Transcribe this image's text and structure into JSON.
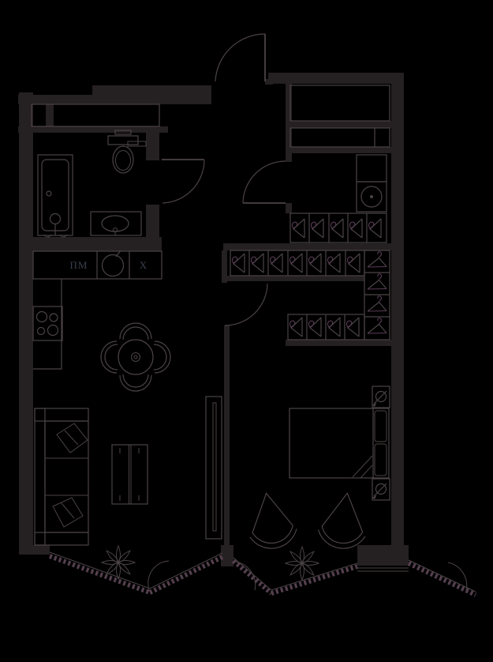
{
  "labels": {
    "dishwasher": "ПМ",
    "fridge": "Х"
  },
  "colors": {
    "background": "#000000",
    "wall": "#252021",
    "line": "#4b4345",
    "hatch": "#55404f",
    "accent": "#5a3c56",
    "text": "#39404e"
  },
  "wardrobe": {
    "upper_hanger_count": 5,
    "middle_hanger_count": 7,
    "lower_hanger_count": 4,
    "coat_hanger_count": 4
  },
  "icons": {
    "hanger_side": "clothes hanger (profile view)",
    "hanger_front": "clothes hanger (front view)",
    "lamp": "table lamp",
    "plant": "flower plant",
    "sink_bowl": "round kitchen sink",
    "washing_machine": "washing machine drum"
  }
}
